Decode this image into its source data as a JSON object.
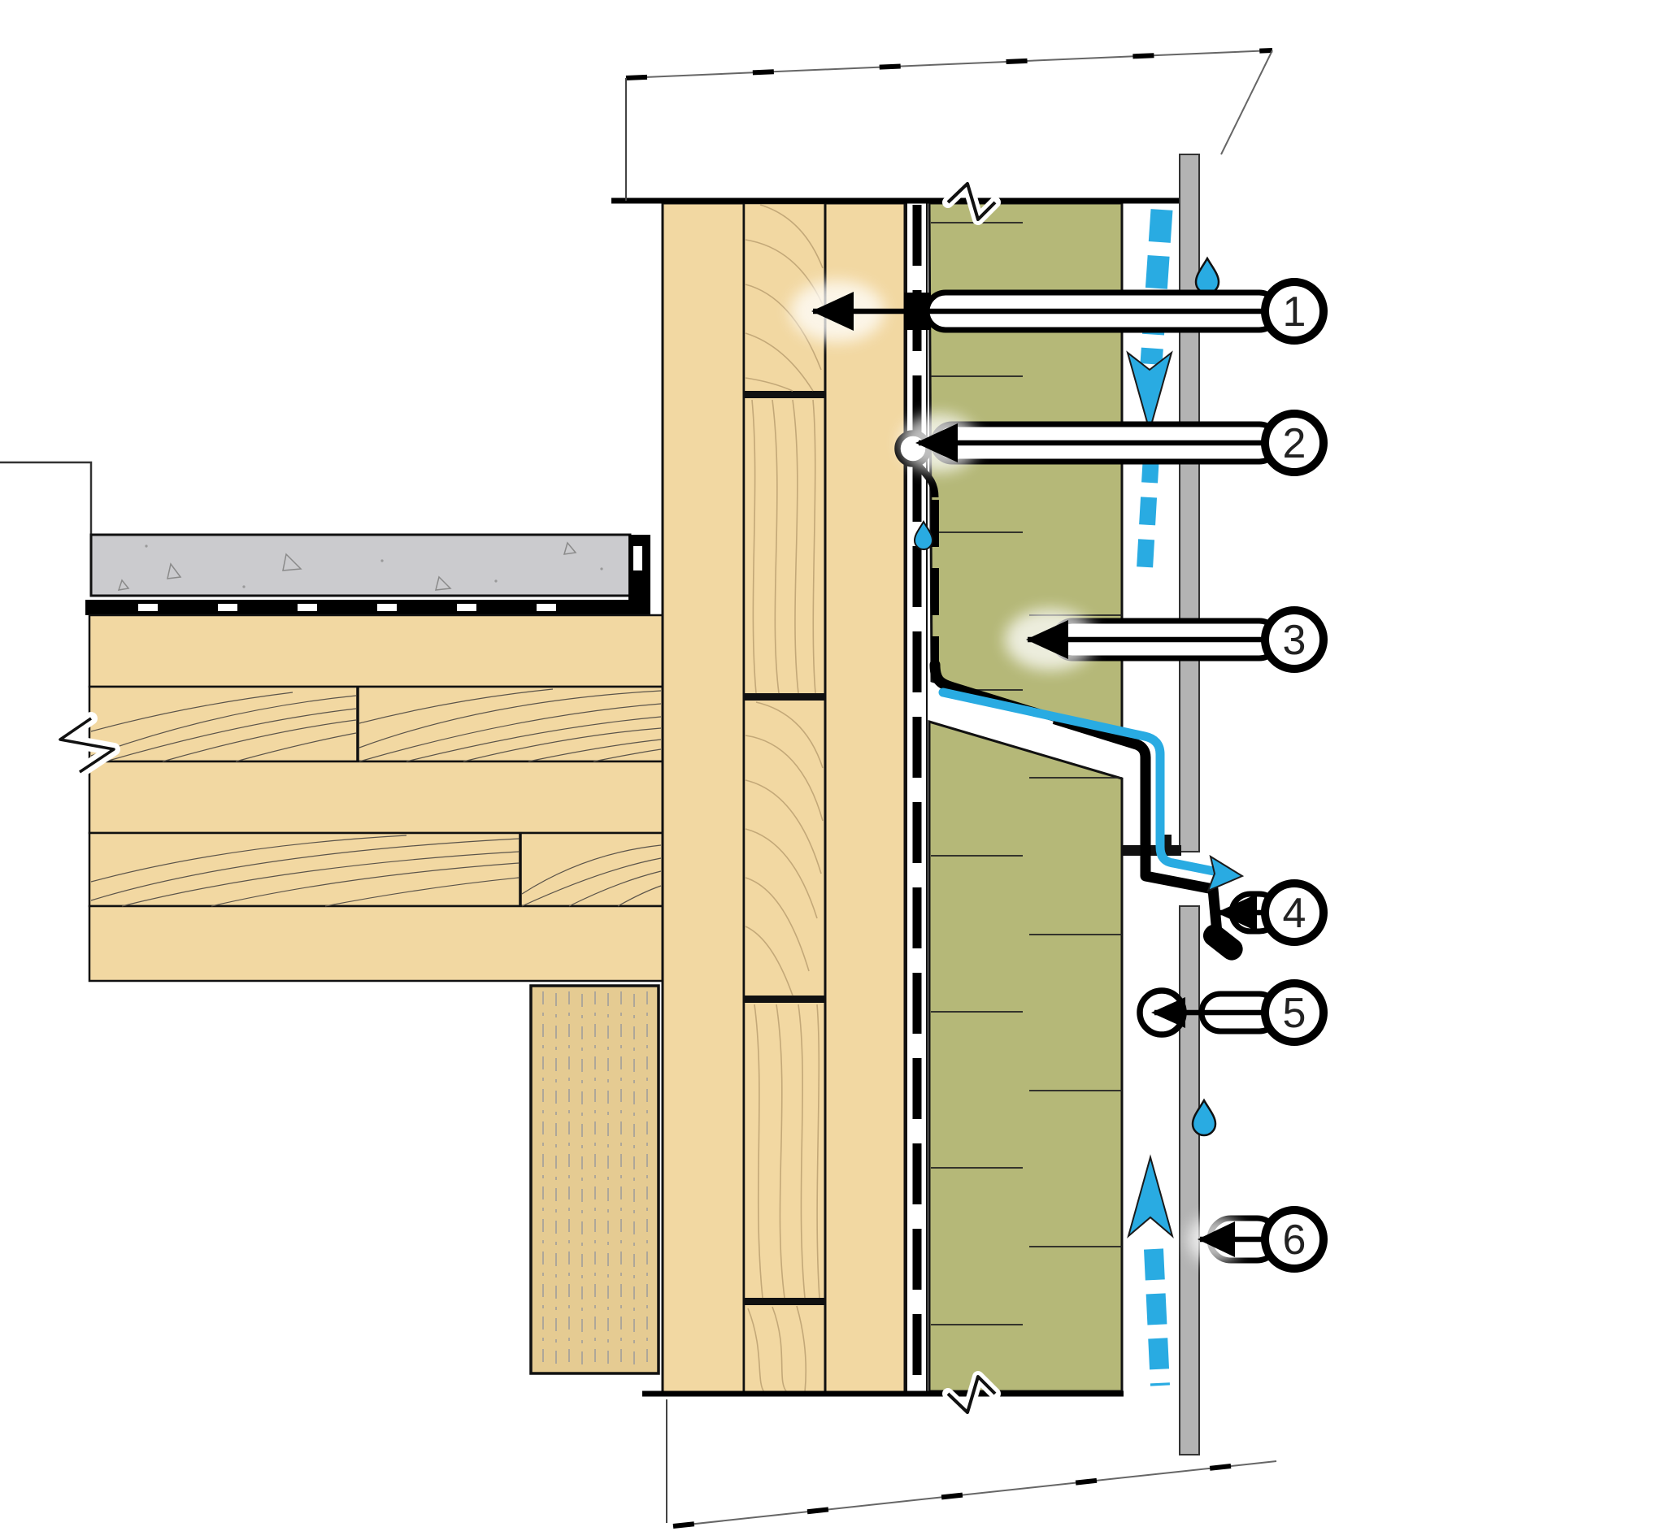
{
  "figure": {
    "type": "construction-detail-section",
    "callouts": [
      {
        "number": "1"
      },
      {
        "number": "2"
      },
      {
        "number": "3"
      },
      {
        "number": "4"
      },
      {
        "number": "5"
      },
      {
        "number": "6"
      }
    ],
    "colors": {
      "wood": "#f2d8a2",
      "wood_grain_dark": "#5b544a",
      "wood_grain_light": "#c3a878",
      "batten_wood": "#e5cb92",
      "insulation_green": "#b5b878",
      "concrete_gray": "#cbcbce",
      "cladding_gray": "#b3b3b3",
      "water_blue": "#29ABE2",
      "line_black": "#111111"
    }
  }
}
